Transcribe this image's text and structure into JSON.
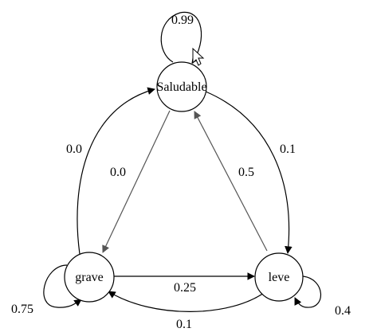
{
  "diagram": {
    "nodes": [
      {
        "id": "saludable",
        "label": "Saludable"
      },
      {
        "id": "grave",
        "label": "grave"
      },
      {
        "id": "leve",
        "label": "leve"
      }
    ],
    "edges": [
      {
        "id": "self-saludable",
        "from": "saludable",
        "to": "saludable",
        "label": "0.99",
        "color": "#000000"
      },
      {
        "id": "saludable-leve",
        "from": "saludable",
        "to": "leve",
        "label": "0.1",
        "color": "#000000"
      },
      {
        "id": "leve-saludable",
        "from": "leve",
        "to": "saludable",
        "label": "0.5",
        "color": "#555555"
      },
      {
        "id": "saludable-grave",
        "from": "saludable",
        "to": "grave",
        "label": "0.0",
        "color": "#555555"
      },
      {
        "id": "grave-saludable",
        "from": "grave",
        "to": "saludable",
        "label": "0.0",
        "color": "#000000"
      },
      {
        "id": "grave-leve",
        "from": "grave",
        "to": "leve",
        "label": "0.25",
        "color": "#000000"
      },
      {
        "id": "leve-grave",
        "from": "leve",
        "to": "grave",
        "label": "0.1",
        "color": "#000000"
      },
      {
        "id": "self-grave",
        "from": "grave",
        "to": "grave",
        "label": "0.75",
        "color": "#000000"
      },
      {
        "id": "self-leve",
        "from": "leve",
        "to": "leve",
        "label": "0.4",
        "color": "#000000"
      }
    ]
  },
  "cursor": {
    "icon": "mouse-pointer-icon"
  }
}
